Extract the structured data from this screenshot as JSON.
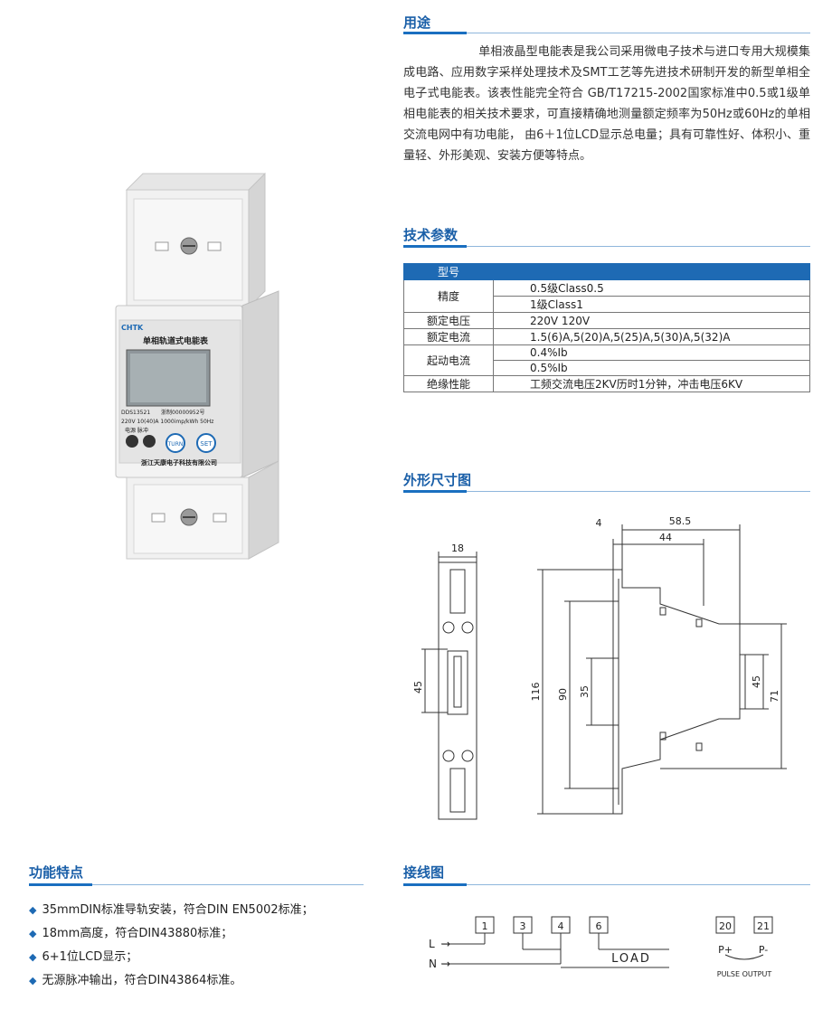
{
  "usage": {
    "title": "用途",
    "paragraph": "单相液晶型电能表是我公司采用微电子技术与进口专用大规模集成电路、应用数字采样处理技术及SMT工艺等先进技术研制开发的新型单相全电子式电能表。该表性能完全符合 GB/T17215-2002国家标准中0.5或1级单相电能表的相关技术要求，可直接精确地测量额定频率为50Hz或60Hz的单相交流电网中有功电能， 由6＋1位LCD显示总电量；具有可靠性好、体积小、重量轻、外形美观、安装方便等特点。"
  },
  "specs": {
    "title": "技术参数",
    "header": "型号",
    "rows": [
      {
        "key": "精度",
        "values": [
          "0.5级Class0.5",
          "1级Class1"
        ]
      },
      {
        "key": "额定电压",
        "values": [
          "220V 120V"
        ]
      },
      {
        "key": "额定电流",
        "values": [
          "1.5(6)A,5(20)A,5(25)A,5(30)A,5(32)A"
        ]
      },
      {
        "key": "起动电流",
        "values": [
          "0.4%Ib",
          "0.5%Ib"
        ]
      },
      {
        "key": "绝缘性能",
        "values": [
          "工频交流电压2KV历时1分钟，冲击电压6KV"
        ]
      }
    ]
  },
  "dimensions": {
    "title": "外形尺寸图",
    "labels": [
      "18",
      "45",
      "4",
      "58.5",
      "44",
      "116",
      "90",
      "35",
      "45",
      "71"
    ]
  },
  "features": {
    "title": "功能特点",
    "items": [
      "35mmDIN标准导轨安装，符合DIN  EN5002标准；",
      "18mm高度，符合DIN43880标准；",
      "6+1位LCD显示；",
      "无源脉冲输出，符合DIN43864标准。"
    ]
  },
  "wiring": {
    "title": "接线图",
    "terminals": [
      "1",
      "3",
      "4",
      "6"
    ],
    "pulse_terminals": [
      "20",
      "21"
    ],
    "pulse_signs": [
      "P+",
      "P-"
    ],
    "L": "L",
    "N": "N",
    "load": "LOAD",
    "pulse_output": "PULSE OUTPUT"
  },
  "product": {
    "brand": "CHTK",
    "name": "单相轨道式电能表",
    "model": "DDS13521",
    "cert": "浙制00000952号",
    "ratings": "220V  10(40)A  1000imp/kWh  50Hz",
    "indicators": "电源 脉冲",
    "btn_turn": "TURN",
    "btn_set": "SET",
    "company": "浙江天康电子科技有限公司"
  }
}
